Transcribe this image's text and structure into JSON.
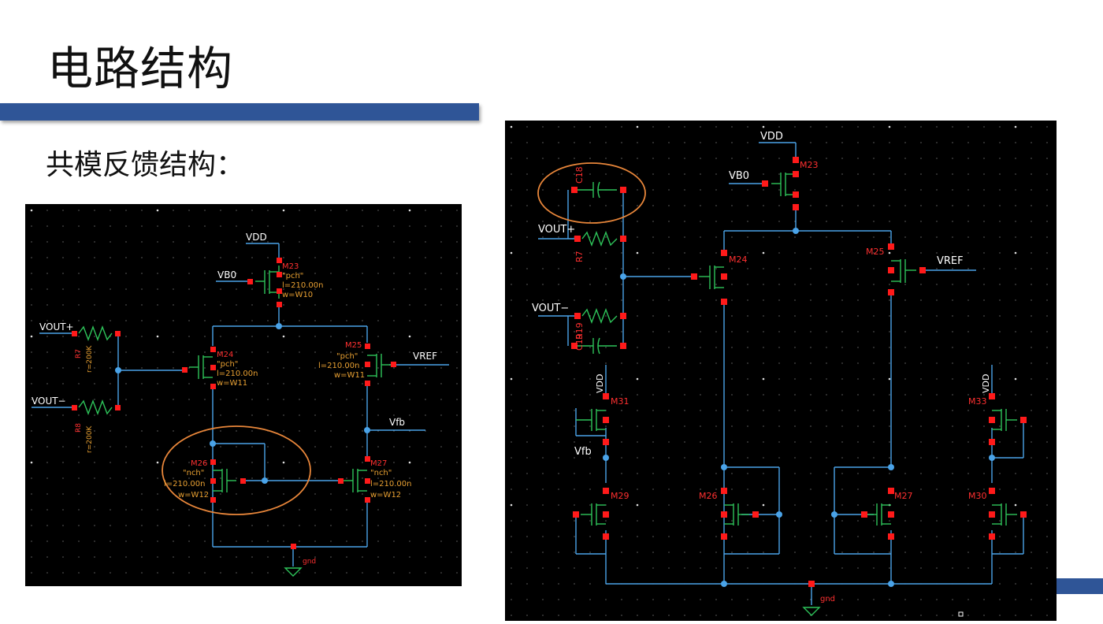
{
  "slide": {
    "title": "电路结构",
    "subtitle": "共模反馈结构："
  },
  "colors": {
    "accent_bar": "#2f5597",
    "wire": "#4aa3e8",
    "pin": "#ff1a1a",
    "device": "#2ec45a",
    "label_red": "#ff3030",
    "label_white": "#ffffff",
    "highlight": "#e8863a",
    "grid_dot": "#9a9a9a"
  },
  "left_schematic": {
    "nets": {
      "vdd": "VDD",
      "vb0": "VB0",
      "vout_plus": "VOUT+",
      "vout_minus": "VOUT−",
      "vref": "VREF",
      "vfb": "Vfb",
      "gnd": "gnd"
    },
    "resistors": {
      "r7_name": "R7",
      "r7_value": "r=200K",
      "r8_name": "R8",
      "r8_value": "r=200K"
    },
    "m23": {
      "name": "M23",
      "model": "\"pch\"",
      "l": "l=210.00n",
      "w": "w=W10"
    },
    "m24": {
      "name": "M24",
      "model": "\"pch\"",
      "l": "l=210.00n",
      "w": "w=W11"
    },
    "m25": {
      "name": "M25",
      "model": "\"pch\"",
      "l": "l=210.00n",
      "w": "w=W11"
    },
    "m26": {
      "name": "M26",
      "model": "\"nch\"",
      "l": "l=210.00n",
      "w": "w=W12"
    },
    "m27": {
      "name": "M27",
      "model": "\"nch\"",
      "l": "l=210.00n",
      "w": "w=W12"
    }
  },
  "right_schematic": {
    "nets": {
      "vdd": "VDD",
      "vb0": "VB0",
      "vout_plus": "VOUT+",
      "vout_minus": "VOUT−",
      "vref": "VREF",
      "vfb": "Vfb",
      "gnd": "gnd"
    },
    "parts": {
      "c18": "C18",
      "r7": "R7",
      "r19": "R19",
      "c19": "C19",
      "m23": "M23",
      "m24": "M24",
      "m25": "M25",
      "m26": "M26",
      "m27": "M27",
      "m29": "M29",
      "m30": "M30",
      "m31": "M31",
      "m33": "M33"
    }
  }
}
